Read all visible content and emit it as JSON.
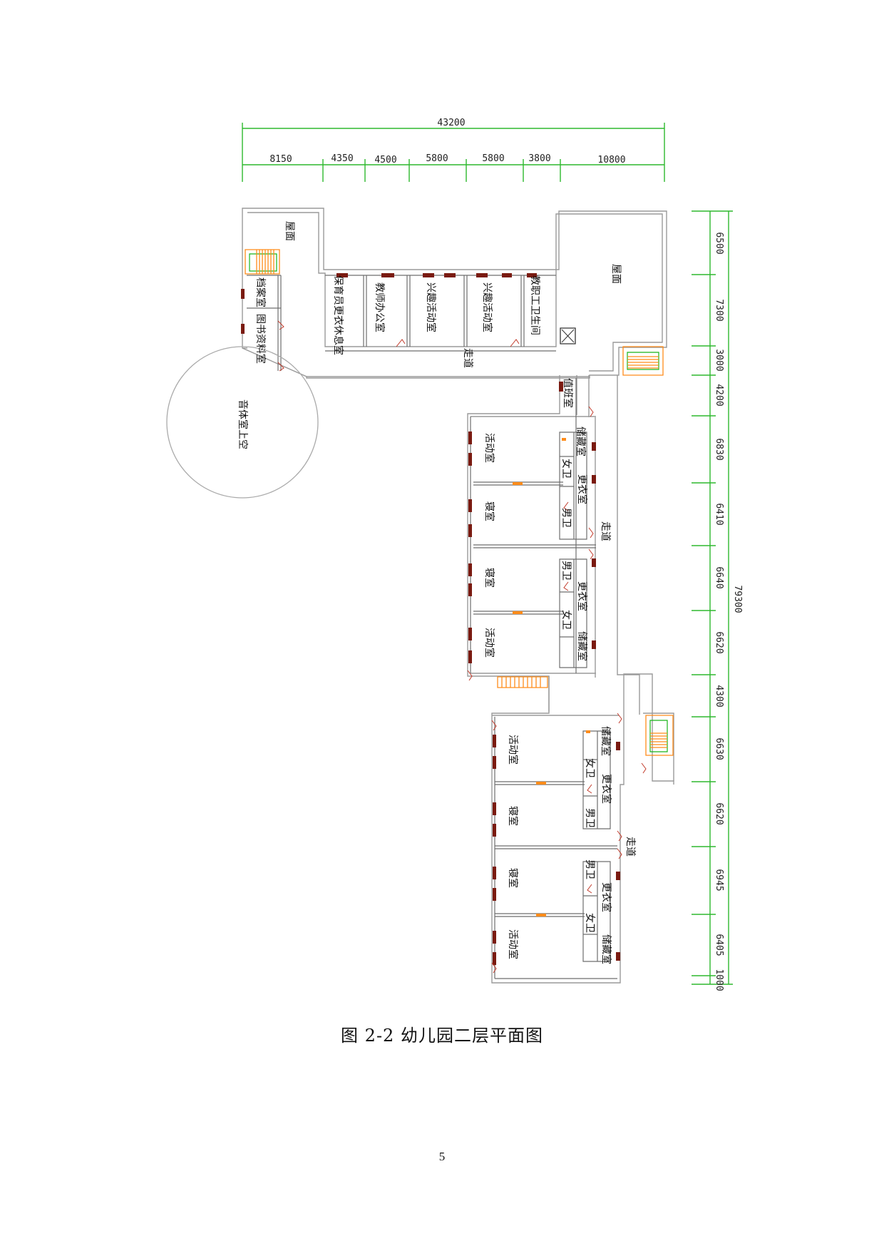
{
  "dimensions": {
    "top_total": "43200",
    "top_segments": [
      "8150",
      "4350",
      "4500",
      "5800",
      "5800",
      "3800",
      "10800"
    ],
    "right_total": "79300",
    "right_segments": [
      "6500",
      "7300",
      "3000",
      "4200",
      "6830",
      "6410",
      "6640",
      "6620",
      "4300",
      "6630",
      "6620",
      "6945",
      "6405",
      "1000"
    ]
  },
  "rooms": {
    "roof_left": "屋面",
    "roof_right": "屋面",
    "archive": "档案室",
    "library": "图书资料室",
    "nurse_rest": "保育员更衣休息室",
    "teacher_office": "教师办公室",
    "interest_1": "兴趣活动室",
    "interest_2": "兴趣活动室",
    "staff_wc": "教职工卫生间",
    "corridor_top": "走道",
    "music_void": "音体室上空",
    "duty_room": "值班室",
    "corridor_mid": "走道",
    "corridor_low": "走道",
    "activity": "活动室",
    "bedroom": "寝室",
    "storage": "储藏室",
    "changing": "更衣室",
    "female_wc": "女卫",
    "male_wc": "男卫"
  },
  "caption": "图 2-2  幼儿园二层平面图",
  "page_number": "5",
  "colors": {
    "dimension_line": "#2eb82e",
    "wall": "#9a9a9a",
    "window": "#7a1a10",
    "door_stair": "#ff8c1a"
  }
}
